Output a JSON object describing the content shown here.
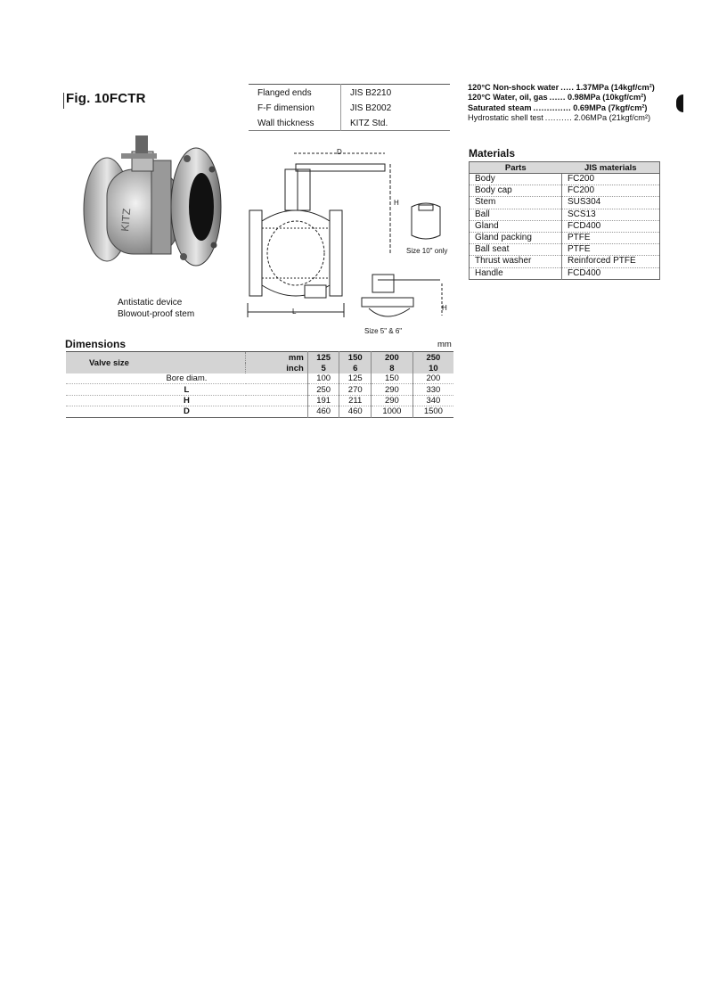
{
  "fig_title": "Fig. 10FCTR",
  "spec": [
    {
      "k": "Flanged ends",
      "v": "JIS B2210"
    },
    {
      "k": "F-F dimension",
      "v": "JIS B2002"
    },
    {
      "k": "Wall thickness",
      "v": "KITZ Std."
    }
  ],
  "pressure": [
    {
      "label": "120°C Non-shock water",
      "dots": ".....",
      "value": "1.37MPa (14kgf/cm²)",
      "bold": true
    },
    {
      "label": "120°C Water, oil, gas",
      "dots": "......",
      "value": "0.98MPa (10kgf/cm²)",
      "bold": true
    },
    {
      "label": "Saturated steam",
      "dots": "..............",
      "value": "0.69MPa (7kgf/cm²)",
      "bold": true
    },
    {
      "label": "Hydrostatic shell test",
      "dots": "..........",
      "value": "2.06MPa (21kgf/cm²)",
      "bold": false
    }
  ],
  "materials": {
    "title": "Materials",
    "headers": [
      "Parts",
      "JIS materials"
    ],
    "rows": [
      [
        "Body",
        "FC200"
      ],
      [
        "Body cap",
        "FC200"
      ],
      [
        "Stem",
        "SUS304"
      ],
      [
        "Ball",
        "SCS13"
      ],
      [
        "Gland",
        "FCD400"
      ],
      [
        "Gland packing",
        "PTFE"
      ],
      [
        "Ball seat",
        "PTFE"
      ],
      [
        "Thrust washer",
        "Reinforced PTFE"
      ],
      [
        "Handle",
        "FCD400"
      ]
    ]
  },
  "captions": {
    "line1": "Antistatic device",
    "line2": "Blowout-proof stem",
    "size10": "Size 10\" only",
    "size56": "Size 5\" & 6\"",
    "label_D": "D",
    "label_H": "H",
    "label_L": "L",
    "label_H2": "H"
  },
  "dimensions": {
    "title": "Dimensions",
    "unit": "mm",
    "valve_size": "Valve size",
    "mm_label": "mm",
    "inch_label": "inch",
    "mm": [
      "125",
      "150",
      "200",
      "250"
    ],
    "inch": [
      "5",
      "6",
      "8",
      "10"
    ],
    "rows": [
      {
        "label": "Bore diam.",
        "values": [
          "100",
          "125",
          "150",
          "200"
        ],
        "bold": false
      },
      {
        "label": "L",
        "values": [
          "250",
          "270",
          "290",
          "330"
        ],
        "bold": true
      },
      {
        "label": "H",
        "values": [
          "191",
          "211",
          "290",
          "340"
        ],
        "bold": true
      },
      {
        "label": "D",
        "values": [
          "460",
          "460",
          "1000",
          "1500"
        ],
        "bold": true
      }
    ]
  }
}
